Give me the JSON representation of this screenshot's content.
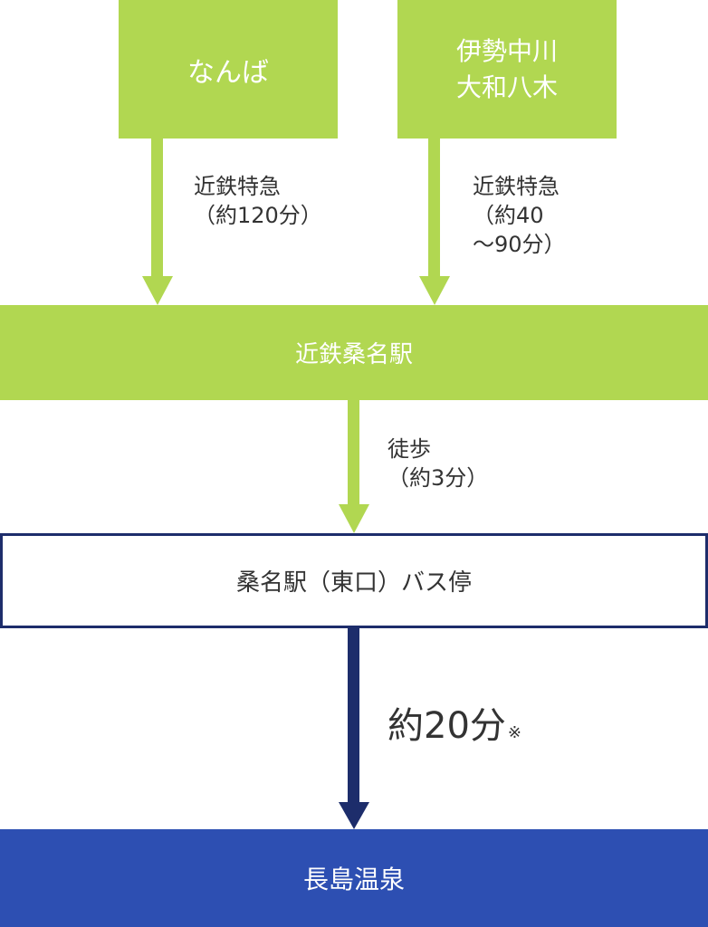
{
  "nodes": {
    "origin_namba": "なんば",
    "origin_ise_line1": "伊勢中川",
    "origin_ise_line2": "大和八木",
    "kuwana_station": "近鉄桑名駅",
    "bus_stop": "桑名駅（東口）バス停",
    "destination": "長島温泉"
  },
  "edges": {
    "namba_line1": "近鉄特急",
    "namba_line2": "（約120分）",
    "ise_line1": "近鉄特急",
    "ise_line2": "（約40",
    "ise_line3": "～90分）",
    "walk_line1": "徒歩",
    "walk_line2": "（約3分）",
    "bus_time": "約20分",
    "bus_note": "※"
  },
  "colors": {
    "green": "#b1d751",
    "navy": "#1d2d6b",
    "blue": "#2d4fb2"
  }
}
